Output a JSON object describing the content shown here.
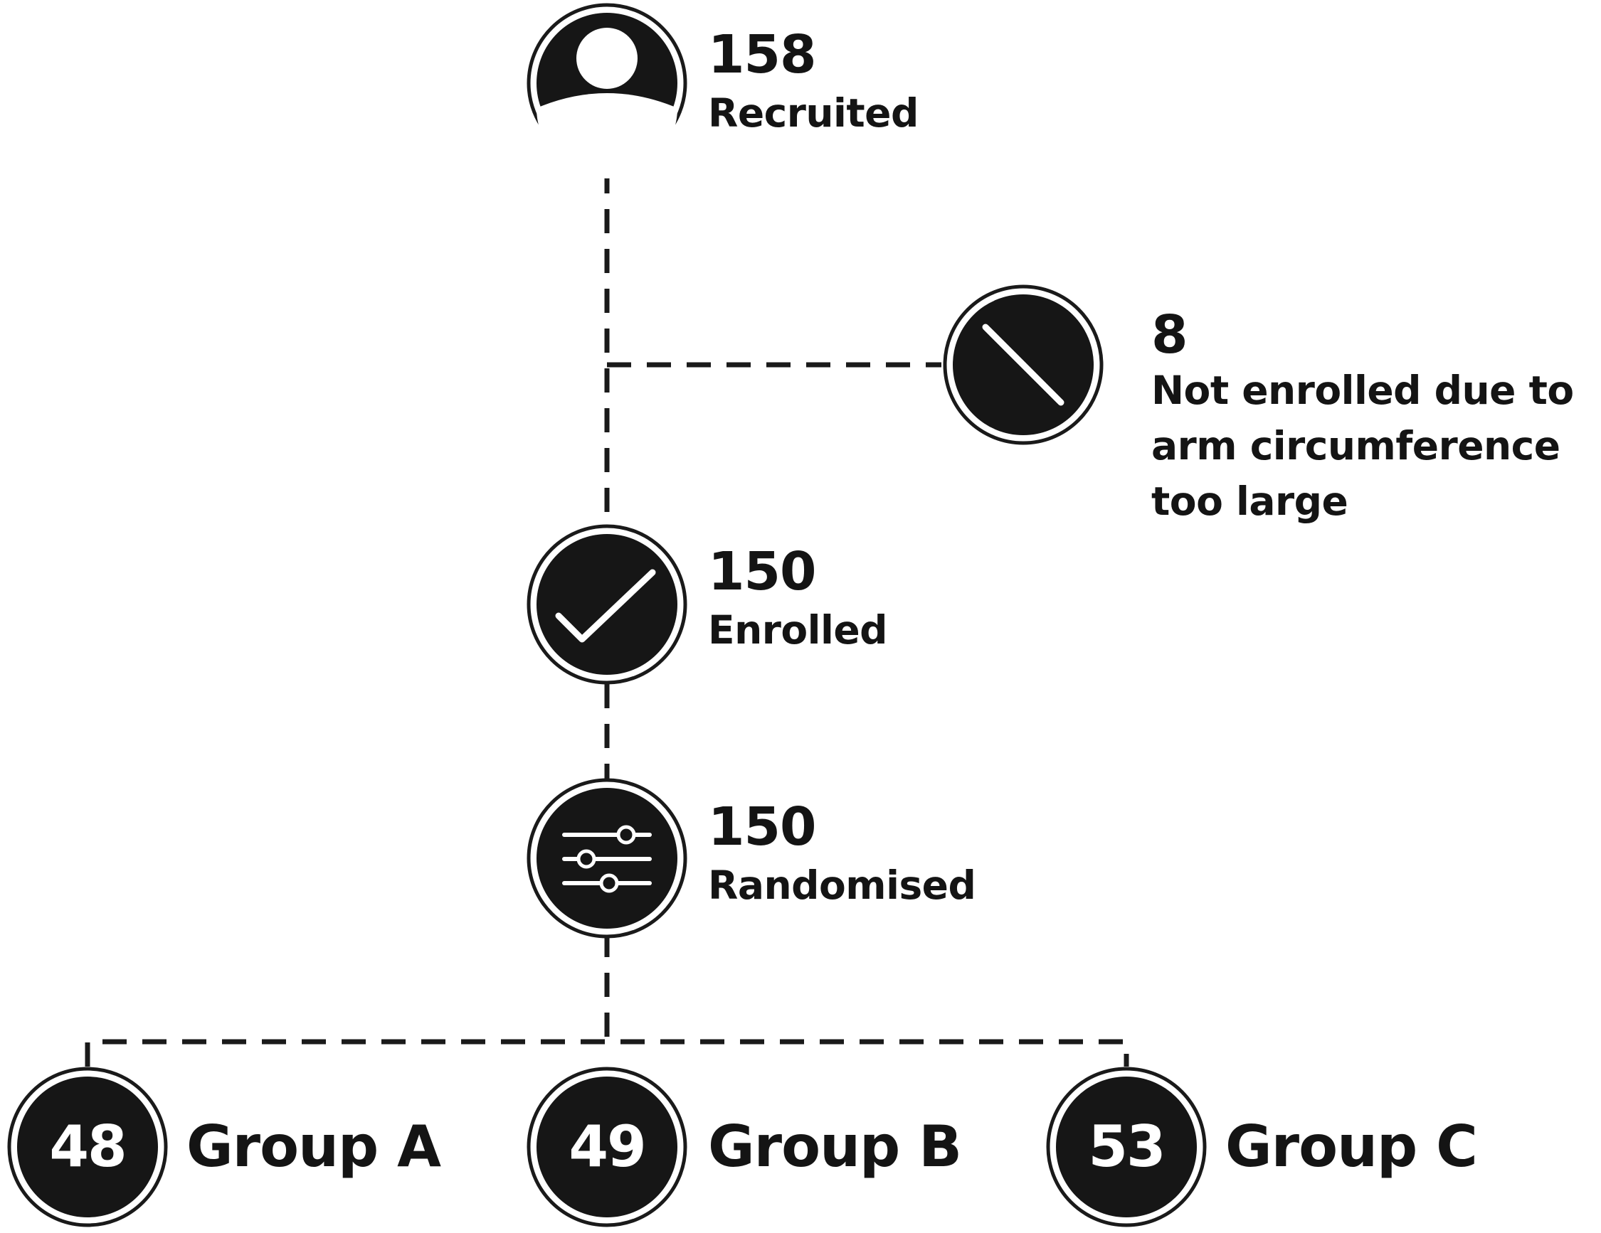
{
  "recruited": {
    "count": "158",
    "label": "Recruited"
  },
  "excluded": {
    "count": "8",
    "label_lines": [
      "Not enrolled due to",
      "arm circumference",
      "too large"
    ]
  },
  "enrolled": {
    "count": "150",
    "label": "Enrolled"
  },
  "randomised": {
    "count": "150",
    "label": "Randomised"
  },
  "groups": [
    {
      "count": "48",
      "label": "Group A"
    },
    {
      "count": "49",
      "label": "Group B"
    },
    {
      "count": "53",
      "label": "Group C"
    }
  ],
  "icons": {
    "recruited": "person-icon",
    "excluded": "prohibited-icon",
    "enrolled": "checkmark-icon",
    "randomised": "sliders-icon"
  },
  "colors": {
    "node_fill": "#161616",
    "line": "#1a1a1a",
    "background": "#ffffff"
  }
}
